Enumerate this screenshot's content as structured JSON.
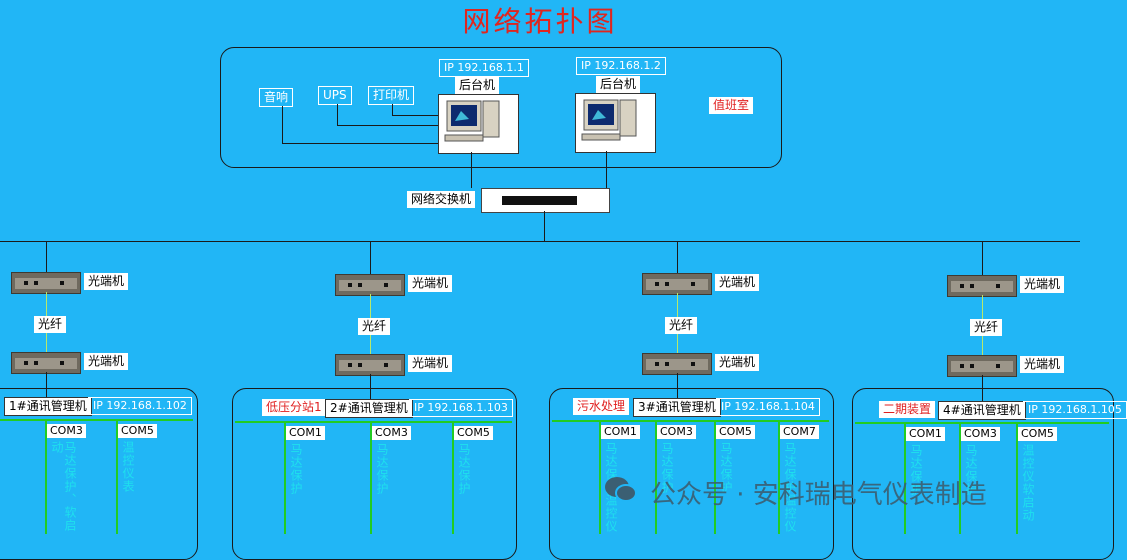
{
  "title": "网络拓扑图",
  "duty_room": {
    "label": "值班室",
    "devices": [
      "音响",
      "UPS",
      "打印机"
    ],
    "hosts": [
      {
        "ip": "IP 192.168.1.1",
        "label": "后台机"
      },
      {
        "ip": "IP 192.168.1.2",
        "label": "后台机"
      }
    ]
  },
  "switch_label": "网络交换机",
  "optical_label": "光端机",
  "fiber_label": "光纤",
  "groups": [
    {
      "name": "",
      "manager": "1#通讯管理机",
      "ip": "IP 192.168.1.102",
      "ports": [
        {
          "com": "",
          "text": ""
        },
        {
          "com": "COM3",
          "text": "马达保护、软启动"
        },
        {
          "com": "COM5",
          "text": "温控仪表"
        }
      ]
    },
    {
      "name": "低压分站1",
      "manager": "2#通讯管理机",
      "ip": "IP 192.168.1.103",
      "ports": [
        {
          "com": "COM1",
          "text": "马达保护"
        },
        {
          "com": "COM3",
          "text": "马达保护"
        },
        {
          "com": "COM5",
          "text": "马达保护"
        }
      ]
    },
    {
      "name": "污水处理",
      "manager": "3#通讯管理机",
      "ip": "IP 192.168.1.104",
      "ports": [
        {
          "com": "COM1",
          "text": "马达保护温控仪"
        },
        {
          "com": "COM3",
          "text": "马达保护"
        },
        {
          "com": "COM5",
          "text": "马达保护"
        },
        {
          "com": "COM7",
          "text": "马达保护温控仪"
        }
      ]
    },
    {
      "name": "二期装置",
      "manager": "4#通讯管理机",
      "ip": "IP 192.168.1.105",
      "ports": [
        {
          "com": "COM1",
          "text": "马达保护"
        },
        {
          "com": "COM3",
          "text": "马达保护"
        },
        {
          "com": "COM5",
          "text": "温控仪软启动"
        }
      ]
    }
  ],
  "watermark": "公众号 · 安科瑞电气仪表制造"
}
